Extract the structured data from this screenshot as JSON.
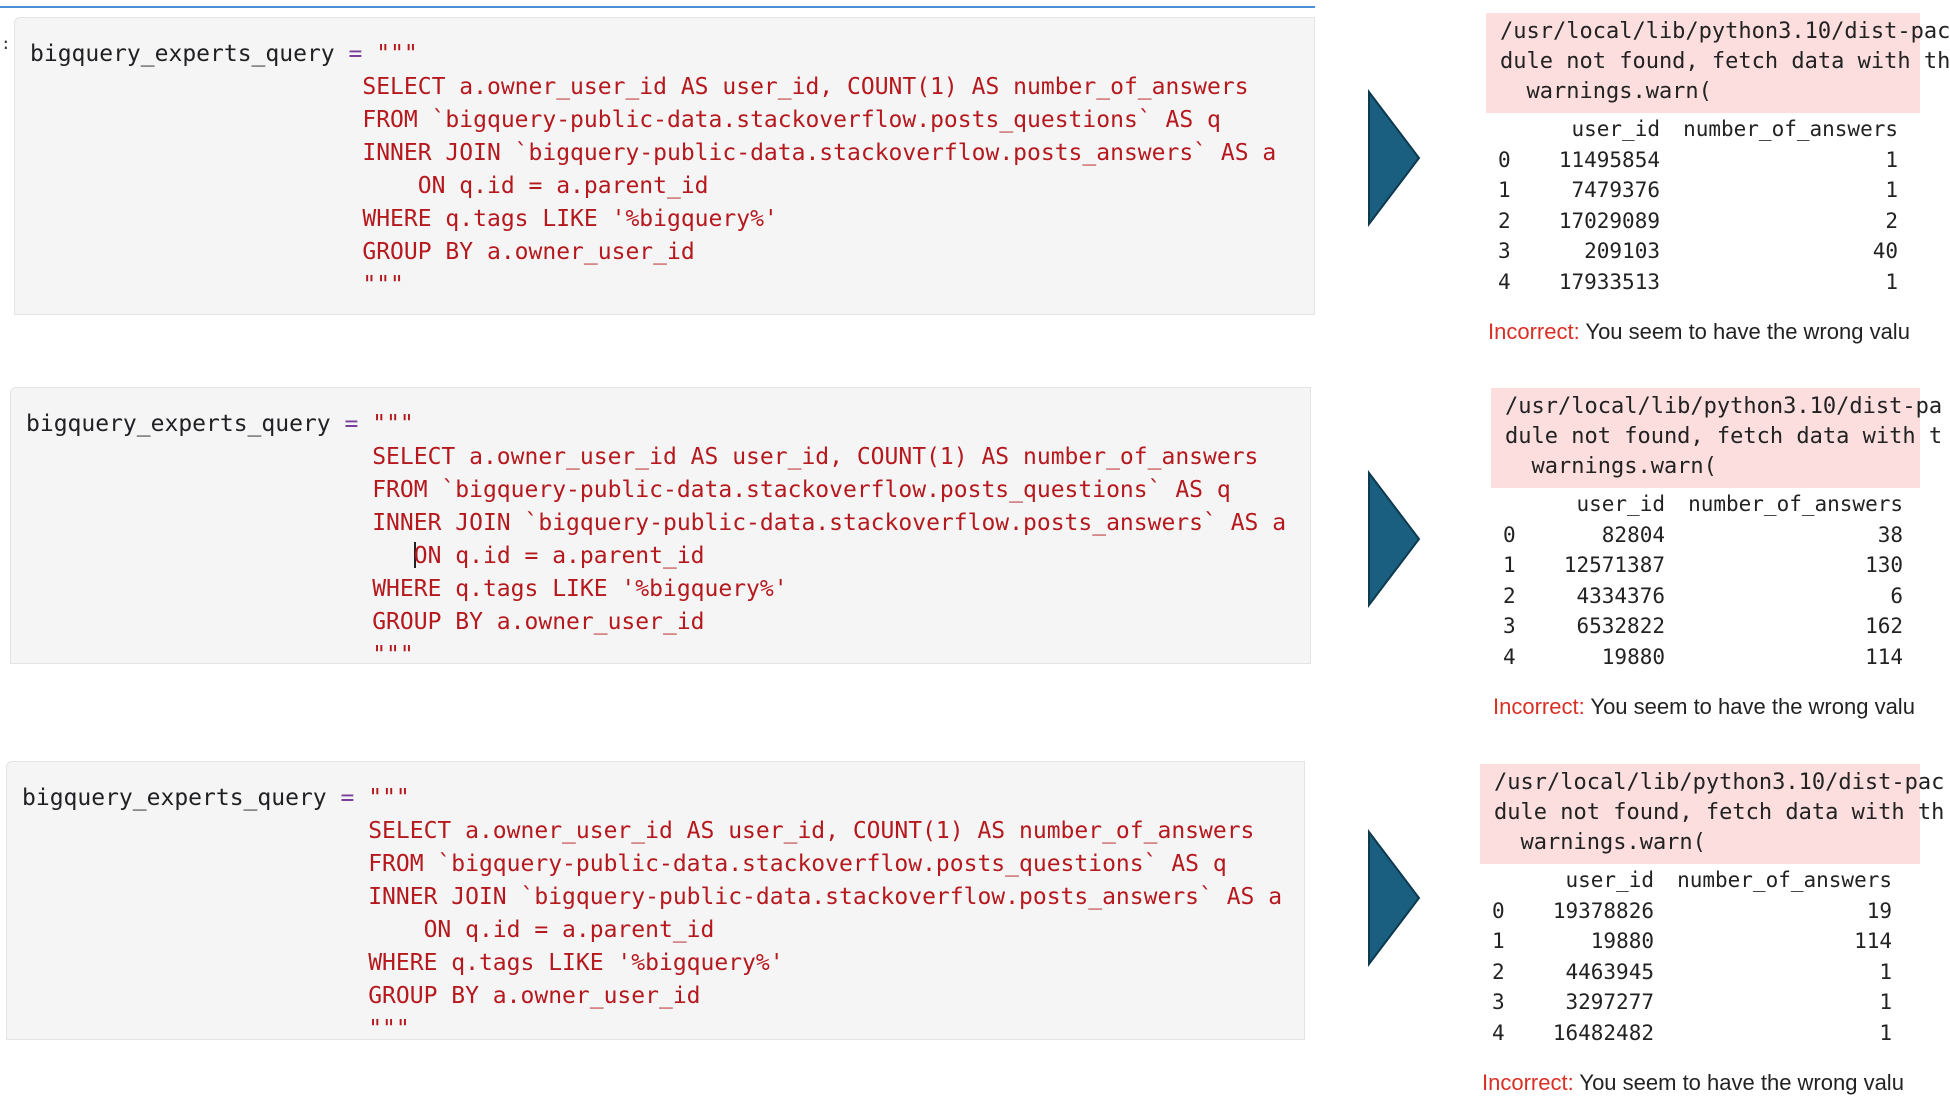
{
  "cells": [
    {
      "var_name": "bigquery_experts_query",
      "assign": "=",
      "quote_open": "\"\"\"",
      "lines": [
        "SELECT a.owner_user_id AS user_id, COUNT(1) AS number_of_answers",
        "FROM `bigquery-public-data.stackoverflow.posts_questions` AS q",
        "INNER JOIN `bigquery-public-data.stackoverflow.posts_answers` AS a",
        "    ON q.id = a.parent_id",
        "WHERE q.tags LIKE '%bigquery%'",
        "GROUP BY a.owner_user_id",
        "\"\"\""
      ]
    },
    {
      "var_name": "bigquery_experts_query",
      "assign": "=",
      "quote_open": "\"\"\"",
      "lines": [
        "SELECT a.owner_user_id AS user_id, COUNT(1) AS number_of_answers",
        "FROM `bigquery-public-data.stackoverflow.posts_questions` AS q",
        "INNER JOIN `bigquery-public-data.stackoverflow.posts_answers` AS a",
        "ON q.id = a.parent_id",
        "WHERE q.tags LIKE '%bigquery%'",
        "GROUP BY a.owner_user_id",
        "\"\"\""
      ]
    },
    {
      "var_name": "bigquery_experts_query",
      "assign": "=",
      "quote_open": "\"\"\"",
      "lines": [
        "SELECT a.owner_user_id AS user_id, COUNT(1) AS number_of_answers",
        "FROM `bigquery-public-data.stackoverflow.posts_questions` AS q",
        "INNER JOIN `bigquery-public-data.stackoverflow.posts_answers` AS a",
        "    ON q.id = a.parent_id",
        "WHERE q.tags LIKE '%bigquery%'",
        "GROUP BY a.owner_user_id",
        "\"\"\""
      ]
    }
  ],
  "outputs": [
    {
      "stderr": [
        "/usr/local/lib/python3.10/dist-pac",
        "dule not found, fetch data with th",
        "  warnings.warn("
      ],
      "columns": [
        "user_id",
        "number_of_answers"
      ],
      "rows": [
        [
          "0",
          "11495854",
          "1"
        ],
        [
          "1",
          "7479376",
          "1"
        ],
        [
          "2",
          "17029089",
          "2"
        ],
        [
          "3",
          "209103",
          "40"
        ],
        [
          "4",
          "17933513",
          "1"
        ]
      ],
      "status_label": "Incorrect:",
      "status_text": " You seem to have the wrong valu"
    },
    {
      "stderr": [
        "/usr/local/lib/python3.10/dist-pa",
        "dule not found, fetch data with t",
        "  warnings.warn("
      ],
      "columns": [
        "user_id",
        "number_of_answers"
      ],
      "rows": [
        [
          "0",
          "82804",
          "38"
        ],
        [
          "1",
          "12571387",
          "130"
        ],
        [
          "2",
          "4334376",
          "6"
        ],
        [
          "3",
          "6532822",
          "162"
        ],
        [
          "4",
          "19880",
          "114"
        ]
      ],
      "status_label": "Incorrect:",
      "status_text": " You seem to have the wrong valu"
    },
    {
      "stderr": [
        "/usr/local/lib/python3.10/dist-pac",
        "dule not found, fetch data with th",
        "  warnings.warn("
      ],
      "columns": [
        "user_id",
        "number_of_answers"
      ],
      "rows": [
        [
          "0",
          "19378826",
          "19"
        ],
        [
          "1",
          "19880",
          "114"
        ],
        [
          "2",
          "4463945",
          "1"
        ],
        [
          "3",
          "3297277",
          "1"
        ],
        [
          "4",
          "16482482",
          "1"
        ]
      ],
      "status_label": "Incorrect:",
      "status_text": " You seem to have the wrong valu"
    }
  ],
  "colors": {
    "arrow": "#1a5f80",
    "code": "#b5191e",
    "stderr_bg": "#fcdede",
    "incorrect": "#d93025"
  },
  "marks": {
    "colon": ":"
  }
}
